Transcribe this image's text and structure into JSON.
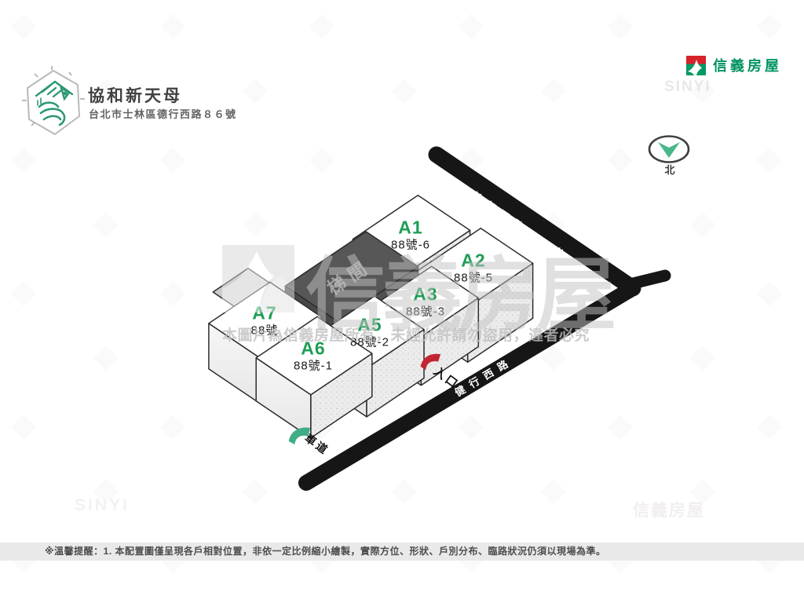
{
  "header": {
    "project_name": "協和新天母",
    "address": "台北市士林區德行西路８６號"
  },
  "brand": {
    "name": "信義房屋",
    "name_en": "SINYI",
    "red": "#d7232a",
    "green": "#009a63"
  },
  "north": {
    "label": "北",
    "arrow_color": "#49b789"
  },
  "roads": {
    "lane94": {
      "name": "健行西路９４巷"
    },
    "main": {
      "name": "健行西路"
    },
    "color": "#161616"
  },
  "markers": {
    "entrance": {
      "label": "入口",
      "arrow_color": "#c42430"
    },
    "driveway": {
      "label": "車道",
      "arrow_color": "#3fae85"
    }
  },
  "stair": {
    "label": "梯間"
  },
  "blocks": [
    {
      "id": "A1",
      "label": "A1",
      "number": "88號-6"
    },
    {
      "id": "A2",
      "label": "A2",
      "number": "88號-5"
    },
    {
      "id": "A3",
      "label": "A3",
      "number": "88號-3"
    },
    {
      "id": "A5",
      "label": "A5",
      "number": "88號-2"
    },
    {
      "id": "A6",
      "label": "A6",
      "number": "88號-1"
    },
    {
      "id": "A7",
      "label": "A7",
      "number": "88號"
    }
  ],
  "colors": {
    "block_label_green": "#1f9d55",
    "block_top": "#ffffff",
    "stair_dark": "#575757"
  },
  "watermark": {
    "brand": "信義房屋",
    "notice": "本圖片為信義房屋所有，未經允許請勿盜用，違者必究",
    "corner_en": "SINYI",
    "corner_zh": "信義房屋"
  },
  "disclaimer": "※溫馨提醒：1. 本配置圖僅呈現各戶相對位置，非依一定比例縮小繪製，實際方位、形狀、戶別分布、臨路狀況仍須以現場為準。"
}
